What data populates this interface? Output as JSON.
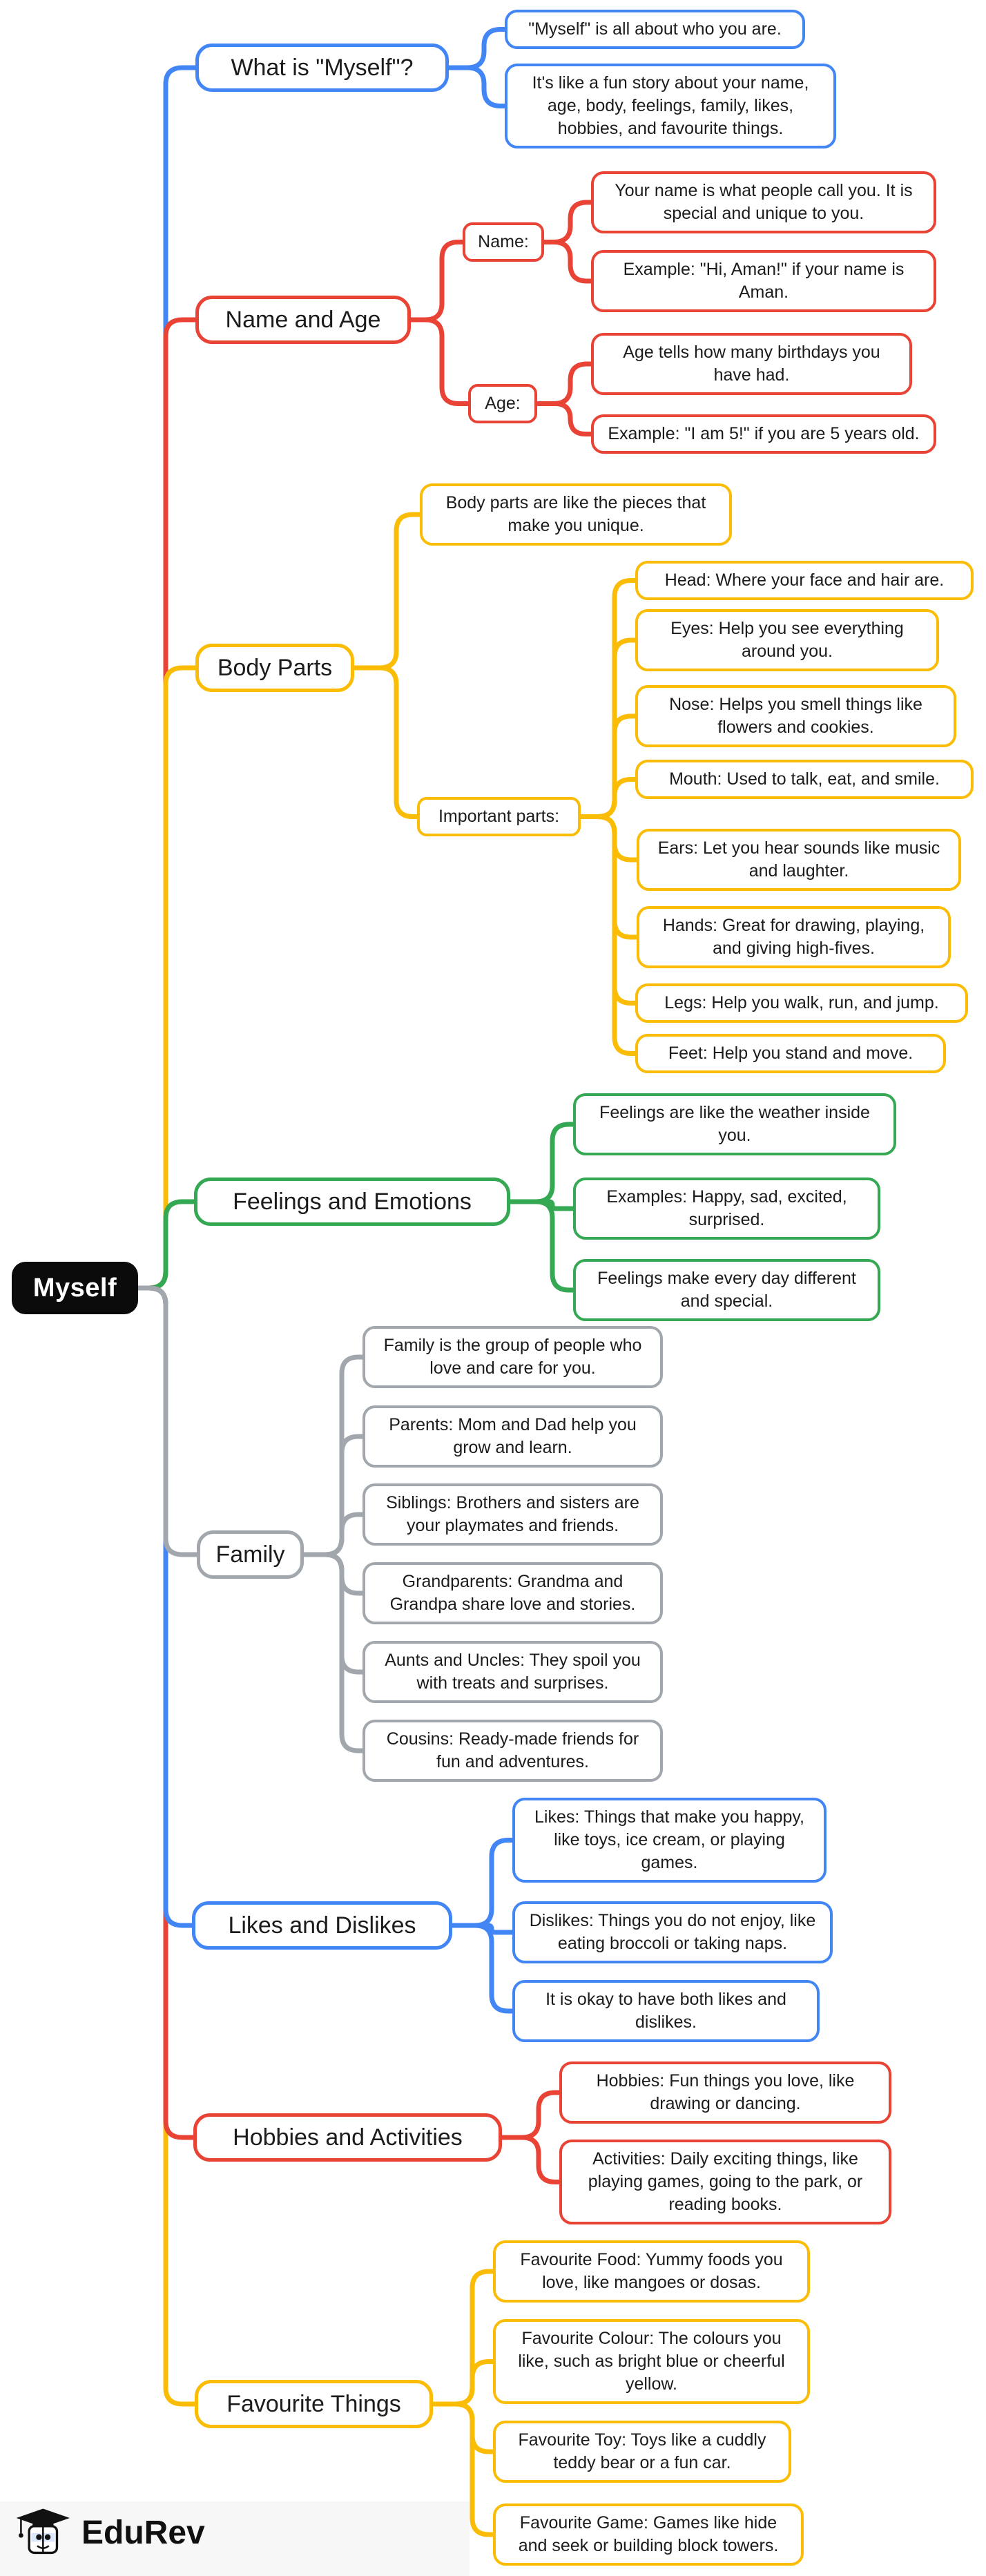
{
  "root": {
    "label": "Myself"
  },
  "branding": {
    "name": "EduRev"
  },
  "colors": {
    "blue": "#4285F4",
    "red": "#E94335",
    "yellow": "#FBBC05",
    "green": "#34A853",
    "gray": "#A2A7AD",
    "root_bg": "#0b0b0b"
  },
  "branches": [
    {
      "label": "What is \"Myself\"?",
      "color": "#4285F4",
      "children": [
        {
          "text": "\"Myself\" is all about who you are."
        },
        {
          "text": "It's like a fun story about your name, age, body, feelings, family, likes, hobbies, and favourite things."
        }
      ]
    },
    {
      "label": "Name and Age",
      "color": "#E94335",
      "children": [
        {
          "text": "Name:",
          "children": [
            {
              "text": "Your name is what people call you. It is special and unique to you."
            },
            {
              "text": "Example: \"Hi, Aman!\" if your name is Aman."
            }
          ]
        },
        {
          "text": "Age:",
          "children": [
            {
              "text": "Age tells how many birthdays you have had."
            },
            {
              "text": "Example: \"I am 5!\" if you are 5 years old."
            }
          ]
        }
      ]
    },
    {
      "label": "Body Parts",
      "color": "#FBBC05",
      "children": [
        {
          "text": "Body parts are like the pieces that make you unique."
        },
        {
          "text": "Important parts:",
          "children": [
            {
              "text": "Head: Where your face and hair are."
            },
            {
              "text": "Eyes: Help you see everything around you."
            },
            {
              "text": "Nose: Helps you smell things like flowers and cookies."
            },
            {
              "text": "Mouth: Used to talk, eat, and smile."
            },
            {
              "text": "Ears: Let you hear sounds like music and laughter."
            },
            {
              "text": "Hands: Great for drawing, playing, and giving high-fives."
            },
            {
              "text": "Legs: Help you walk, run, and jump."
            },
            {
              "text": "Feet: Help you stand and move."
            }
          ]
        }
      ]
    },
    {
      "label": "Feelings and Emotions",
      "color": "#34A853",
      "children": [
        {
          "text": "Feelings are like the weather inside you."
        },
        {
          "text": "Examples: Happy, sad, excited, surprised."
        },
        {
          "text": "Feelings make every day different and special."
        }
      ]
    },
    {
      "label": "Family",
      "color": "#A2A7AD",
      "children": [
        {
          "text": "Family is the group of people who love and care for you."
        },
        {
          "text": "Parents: Mom and Dad help you grow and learn."
        },
        {
          "text": "Siblings: Brothers and sisters are your playmates and friends."
        },
        {
          "text": "Grandparents: Grandma and Grandpa share love and stories."
        },
        {
          "text": "Aunts and Uncles: They spoil you with treats and surprises."
        },
        {
          "text": "Cousins: Ready-made friends for fun and adventures."
        }
      ]
    },
    {
      "label": "Likes and Dislikes",
      "color": "#4285F4",
      "children": [
        {
          "text": "Likes: Things that make you happy, like toys, ice cream, or playing games."
        },
        {
          "text": "Dislikes: Things you do not enjoy, like eating broccoli or taking naps."
        },
        {
          "text": "It is okay to have both likes and dislikes."
        }
      ]
    },
    {
      "label": "Hobbies and Activities",
      "color": "#E94335",
      "children": [
        {
          "text": "Hobbies: Fun things you love, like drawing or dancing."
        },
        {
          "text": "Activities: Daily exciting things, like playing games, going to the park, or reading books."
        }
      ]
    },
    {
      "label": "Favourite Things",
      "color": "#FBBC05",
      "children": [
        {
          "text": "Favourite Food: Yummy foods you love, like mangoes or dosas."
        },
        {
          "text": "Favourite Colour: The colours you like, such as bright blue or cheerful yellow."
        },
        {
          "text": "Favourite Toy: Toys like a cuddly teddy bear or a fun car."
        },
        {
          "text": "Favourite Game: Games like hide and seek or building block towers."
        }
      ]
    }
  ]
}
